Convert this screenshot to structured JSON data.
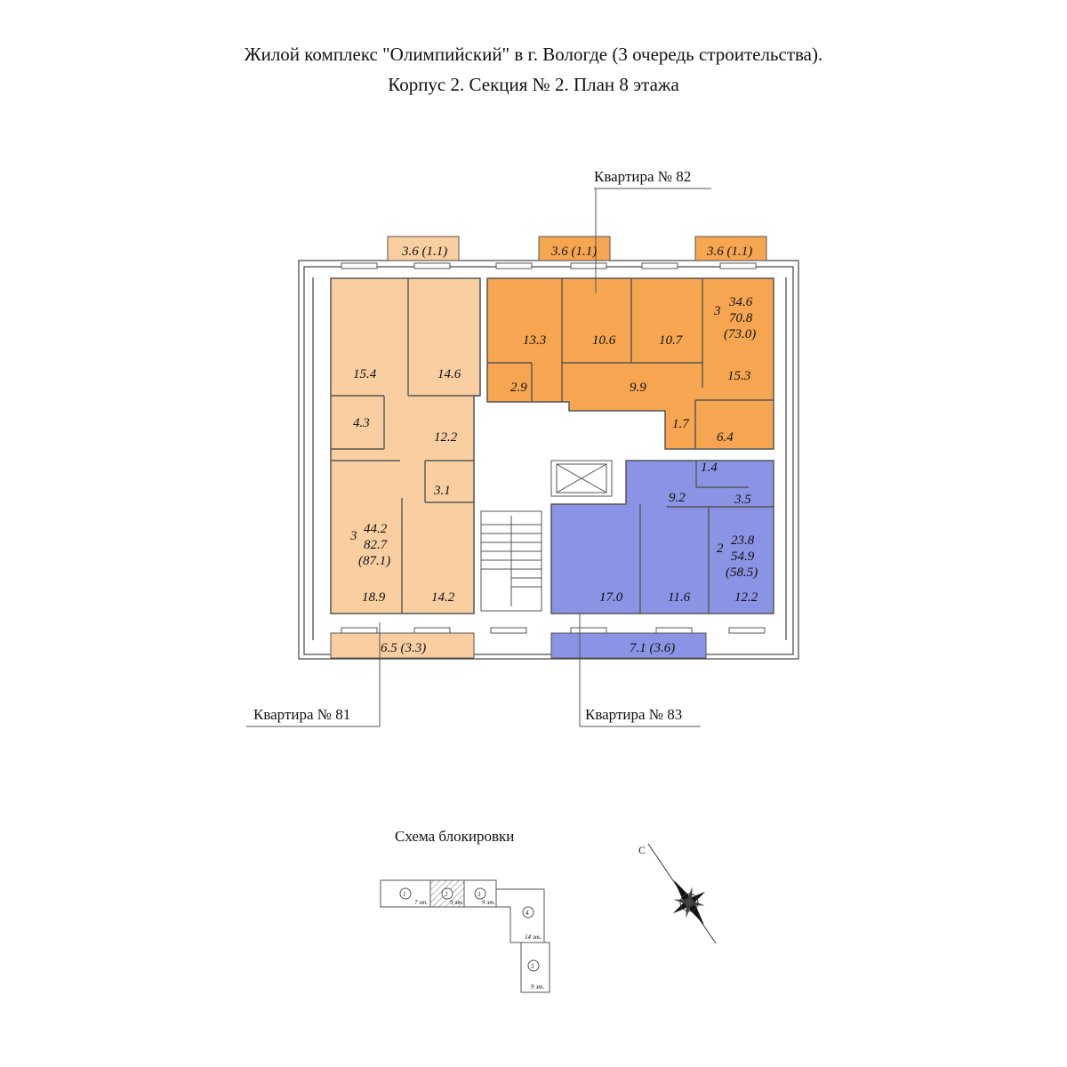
{
  "header": {
    "line1": "Жилой комплекс \"Олимпийский\" в г. Вологде (3 очередь строительства).",
    "line2": "Корпус 2. Секция № 2. План 8 этажа"
  },
  "colors": {
    "apt81": "#f9cfa1",
    "apt82": "#f6a651",
    "apt83": "#8b93e4",
    "wall": "#4a4a4a",
    "line": "#555555"
  },
  "apartments": {
    "a81": {
      "caption": "Квартира № 81",
      "rooms_count": "3",
      "living": "44.2",
      "total": "82.7",
      "total_with_balcony": "(87.1)",
      "room_areas": [
        "15.4",
        "14.6",
        "4.3",
        "12.2",
        "3.1",
        "18.9",
        "14.2"
      ],
      "balcony": "6.5 (3.3)",
      "balcony_top": "3.6 (1.1)"
    },
    "a82": {
      "caption": "Квартира № 82",
      "rooms_count": "3",
      "living": "34.6",
      "total": "70.8",
      "total_with_balcony": "(73.0)",
      "room_areas": [
        "13.3",
        "10.6",
        "10.7",
        "2.9",
        "9.9",
        "15.3",
        "1.7",
        "6.4"
      ],
      "balcony_mid": "3.6 (1.1)",
      "balcony_right": "3.6 (1.1)"
    },
    "a83": {
      "caption": "Квартира № 83",
      "rooms_count": "2",
      "living": "23.8",
      "total": "54.9",
      "total_with_balcony": "(58.5)",
      "room_areas": [
        "1.4",
        "9.2",
        "3.5",
        "17.0",
        "11.6",
        "12.2"
      ],
      "balcony": "7.1 (3.6)"
    }
  },
  "scheme": {
    "title": "Схема блокировки",
    "sections": [
      {
        "num": "1",
        "floors": "7 эт."
      },
      {
        "num": "2",
        "floors": "9 эт."
      },
      {
        "num": "3",
        "floors": "9 эт."
      },
      {
        "num": "4",
        "floors": "14 эт."
      },
      {
        "num": "5",
        "floors": "9 эт."
      }
    ]
  },
  "compass": {
    "north_label": "С"
  }
}
